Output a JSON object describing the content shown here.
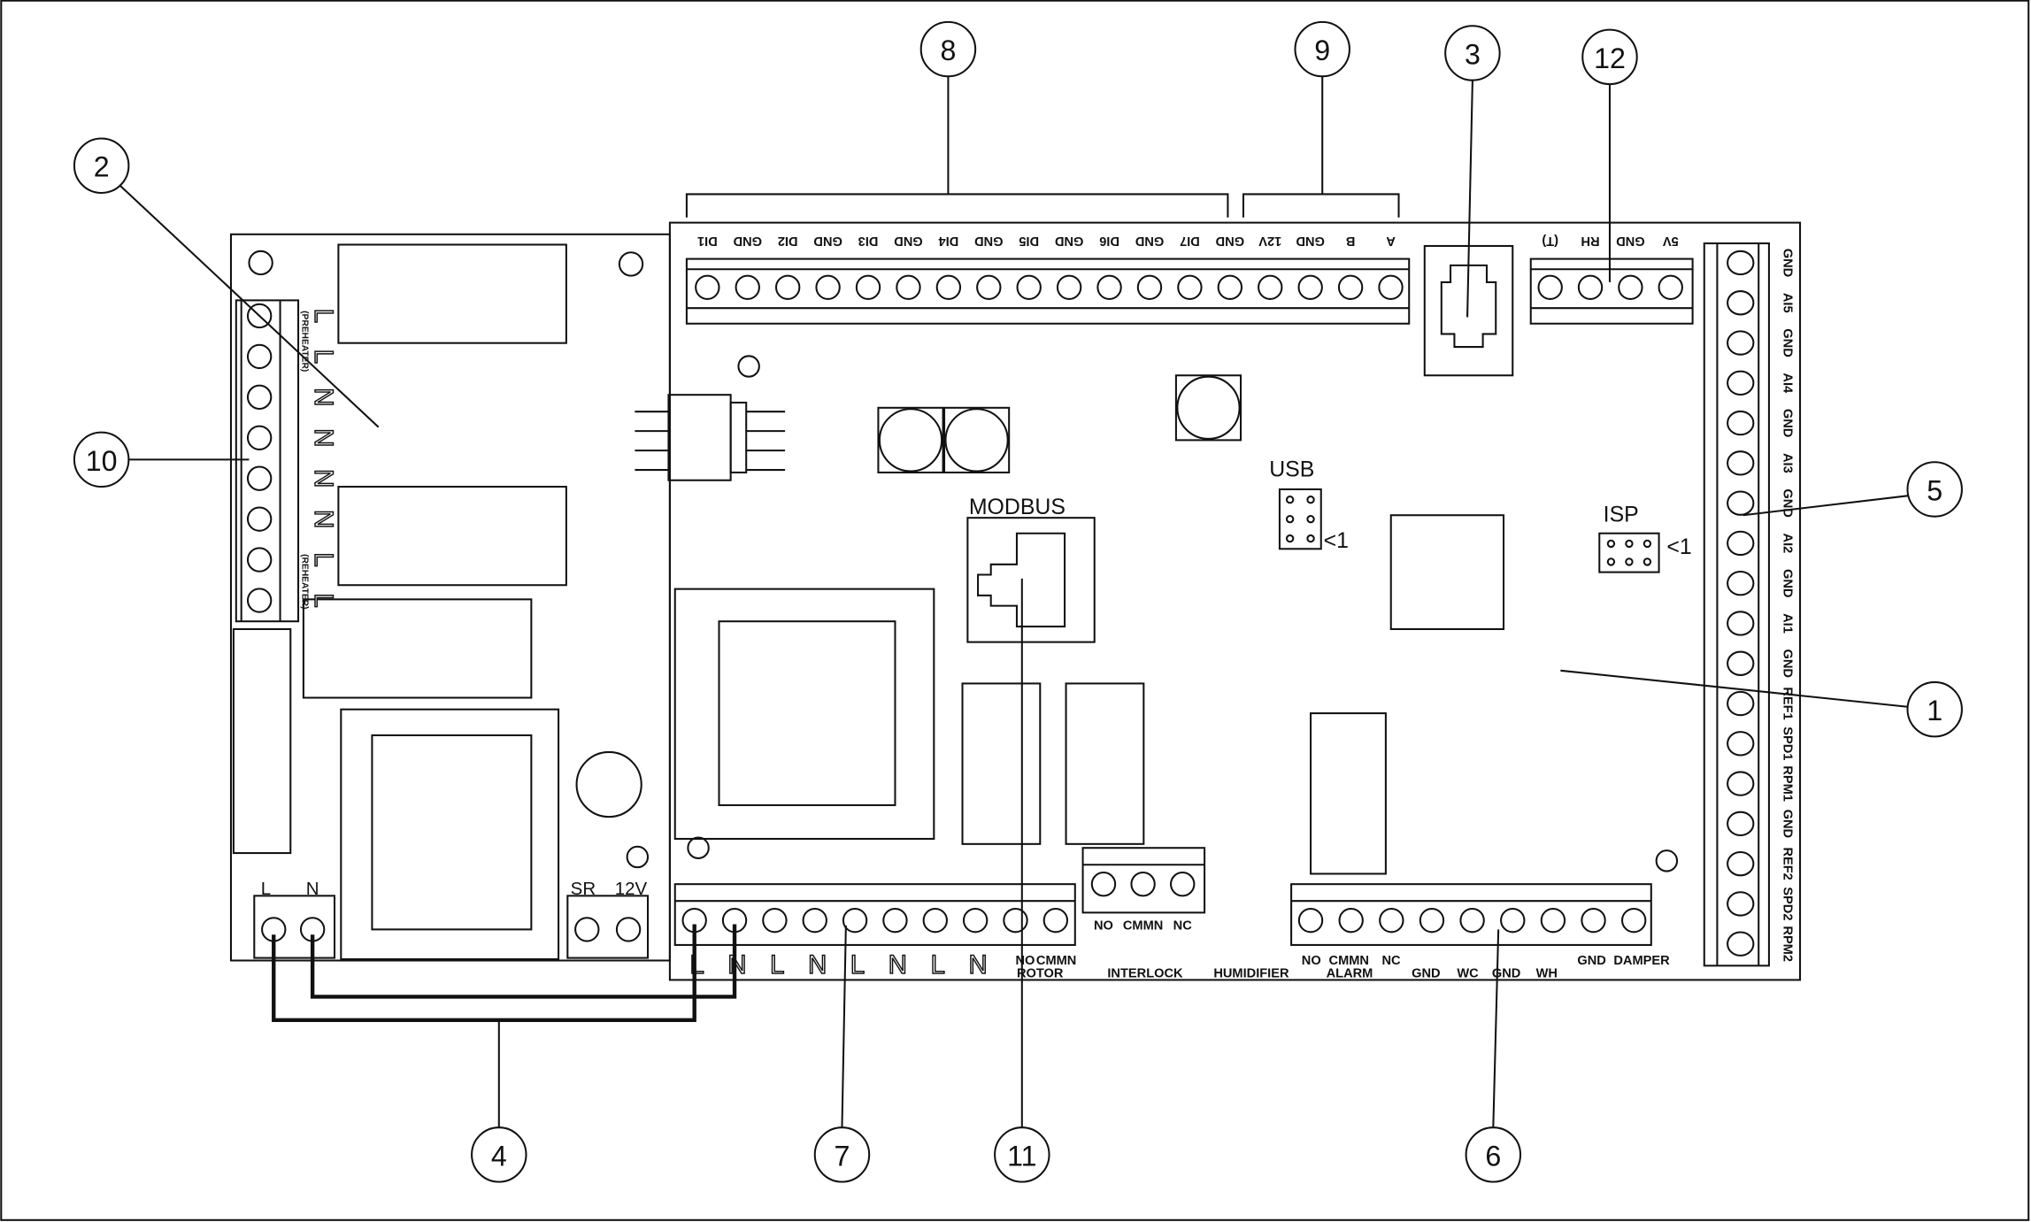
{
  "title": "Controller board terminal layout",
  "callouts": [
    "1",
    "2",
    "3",
    "4",
    "5",
    "6",
    "7",
    "8",
    "9",
    "10",
    "11",
    "12"
  ],
  "top_terminals": [
    "DI1",
    "GND",
    "DI2",
    "GND",
    "DI3",
    "GND",
    "DI4",
    "GND",
    "DI5",
    "GND",
    "DI6",
    "GND",
    "DI7",
    "GND",
    "12V",
    "GND",
    "B",
    "A"
  ],
  "sensor_terminals": [
    "5V",
    "GND",
    "RH",
    "(T)"
  ],
  "right_terminals": [
    "GND",
    "AI5",
    "GND",
    "AI4",
    "GND",
    "AI3",
    "GND",
    "AI2",
    "GND",
    "AI1",
    "GND",
    "REF1",
    "SPD1",
    "RPM1",
    "GND",
    "REF2",
    "SPD2",
    "RPM2"
  ],
  "left_terminals": [
    "L",
    "L",
    "N",
    "N",
    "N",
    "N",
    "L",
    "L"
  ],
  "left_tags": {
    "preheater": "(PREHEATER)",
    "reheater": "(REHEATER)"
  },
  "power_terminals": {
    "l": "L",
    "n": "N",
    "sr": "SR",
    "v12": "12V"
  },
  "bottom_terminals": [
    "L",
    "N",
    "L",
    "N",
    "L",
    "N",
    "L",
    "N"
  ],
  "bottom_labels": {
    "no": "NO",
    "cmmn": "CMMN",
    "rotor": "ROTOR",
    "interlock": "INTERLOCK",
    "humidifier": "HUMIDIFIER",
    "alarm": "ALARM",
    "nc": "NC",
    "gnd": "GND",
    "wc": "WC",
    "wh": "WH",
    "damper": "DAMPER"
  },
  "interlock_terminals": [
    "NO",
    "CMMN",
    "NC"
  ],
  "headers": {
    "modbus": "MODBUS",
    "usb": "USB",
    "isp": "ISP",
    "usb_pin": "<1",
    "isp_pin": "<1"
  }
}
